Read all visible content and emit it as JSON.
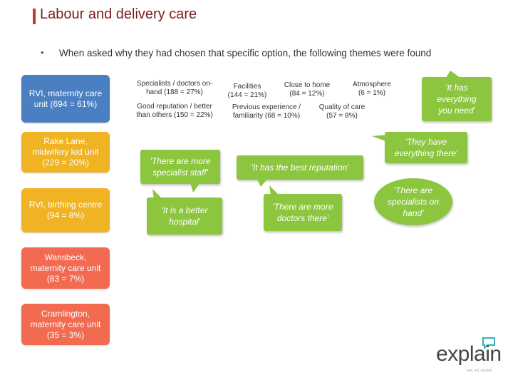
{
  "slide": {
    "title": "Labour and delivery care",
    "bullet": "•",
    "intro": "When asked why they had chosen that specific option, the following themes were found"
  },
  "options": [
    {
      "line1": "RVI, maternity care",
      "line2": "unit (694 = 61%)",
      "line3": "",
      "color": "#4a7fc1"
    },
    {
      "line1": "Rake Lane,",
      "line2": "midwifery led unit",
      "line3": "(229 = 20%)",
      "color": "#f0b323"
    },
    {
      "line1": "RVI, birthing centre",
      "line2": "(94 = 8%)",
      "line3": "",
      "color": "#f0b323"
    },
    {
      "line1": "Wansbeck,",
      "line2": "maternity care unit",
      "line3": "(83 = 7%)",
      "color": "#f26a50"
    },
    {
      "line1": "Cramlington,",
      "line2": "maternity care unit",
      "line3": "(35 = 3%)",
      "color": "#f26a50"
    }
  ],
  "themes": {
    "specialists": {
      "line1": "Specialists / doctors on-",
      "line2": "hand (188 = 27%)"
    },
    "reputation": {
      "line1": "Good reputation / better",
      "line2": "than others (150 = 22%)"
    },
    "facilities": {
      "line1": "Facilities",
      "line2": "(144 = 21%)"
    },
    "close_home": {
      "line1": "Close to home",
      "line2": "(84 = 12%)"
    },
    "atmosphere": {
      "line1": "Atmosphere",
      "line2": "(6 = 1%)"
    },
    "previous": {
      "line1": "Previous experience /",
      "line2": "familiarity (68 = 10%)"
    },
    "quality": {
      "line1": "Quality of care",
      "line2": "(57 = 8%)"
    }
  },
  "quotes": {
    "everything_need": {
      "line1": "'It has",
      "line2": "everything",
      "line3": "you need'"
    },
    "everything_there": {
      "line1": "'They have",
      "line2": "everything there'"
    },
    "specialist_staff": {
      "line1": "'There are more",
      "line2": "specialist staff'"
    },
    "best_reputation": {
      "line1": "'It has the best reputation'"
    },
    "specialists_hand": {
      "line1": "'There are",
      "line2": "specialists on",
      "line3": "hand'"
    },
    "better_hospital": {
      "line1": "'It is a better",
      "line2": "hospital'"
    },
    "more_doctors": {
      "line1": "'There are more",
      "line2": "doctors there'"
    }
  },
  "logo": {
    "text": "explain",
    "tagline": "ask. tell. explain."
  }
}
